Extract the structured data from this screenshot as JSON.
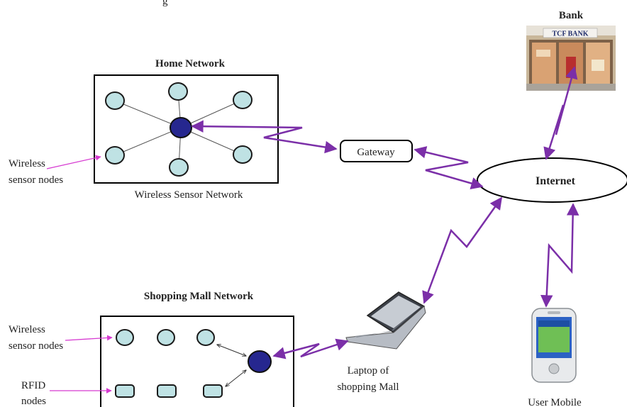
{
  "title_partial": "g",
  "home": {
    "title": "Home Network",
    "caption": "Wireless Sensor Network",
    "pointer_label": [
      "Wireless",
      "sensor nodes"
    ]
  },
  "gateway": {
    "label": "Gateway"
  },
  "internet": {
    "label": "Internet"
  },
  "bank": {
    "title": "Bank",
    "sign": "TCF BANK"
  },
  "mall": {
    "title": "Shopping Mall Network",
    "sensor_label": [
      "Wireless",
      "sensor nodes"
    ],
    "rfid_label": [
      "RFID",
      "nodes"
    ]
  },
  "laptop": {
    "label": [
      "Laptop of",
      "shopping Mall"
    ]
  },
  "mobile": {
    "label": "User Mobile"
  },
  "colors": {
    "link": "#7b2fa8",
    "node_fill": "#bfe2e4",
    "hub_fill": "#26278f",
    "pointer": "#d63ad1"
  }
}
